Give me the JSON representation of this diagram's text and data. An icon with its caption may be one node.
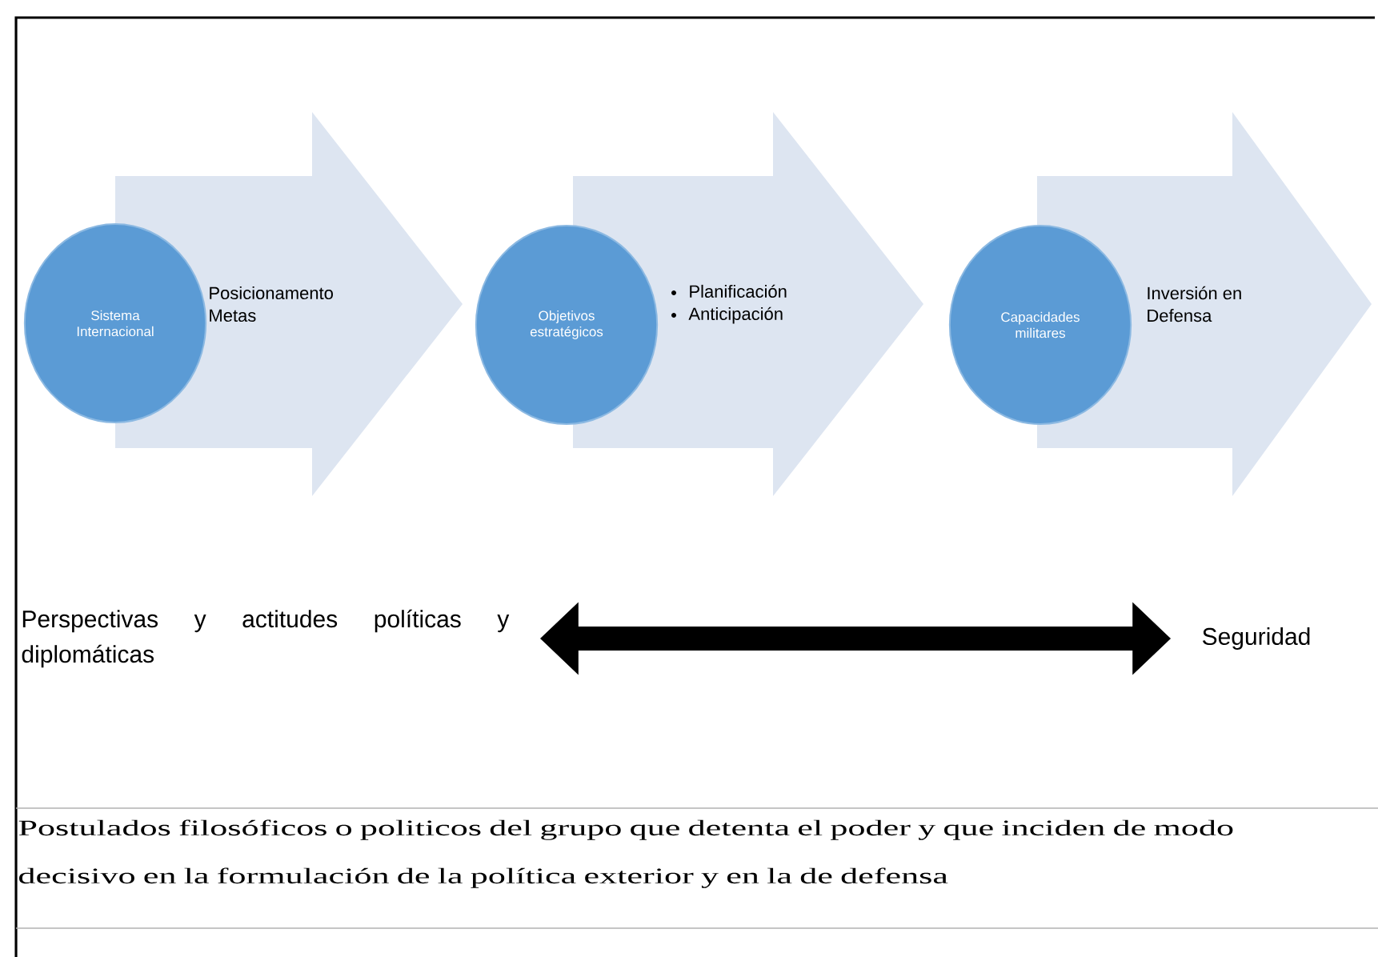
{
  "diagram": {
    "nodes": [
      {
        "text": [
          "Sistema Internacional"
        ]
      },
      {
        "text": [
          "Posicionamento Metas"
        ]
      },
      {
        "text": [
          "Objetivos estratégicos"
        ]
      },
      {
        "text": [
          "Planificación",
          "Anticipación"
        ]
      },
      {
        "text": [
          "Capacidades militares"
        ]
      },
      {
        "text": [
          "Inversión en Defensa"
        ]
      },
      {
        "text": [
          "Perspectivas y actitudes políticas y diplomáticas"
        ]
      },
      {
        "text": [
          "Seguridad"
        ]
      }
    ],
    "edges": [
      {
        "from": 6,
        "to": 7,
        "arrow": "both"
      }
    ],
    "labels": [
      "Postulados filosóficos o politicos del grupo que detenta el poder y que inciden de modo decisivo en la formulación de la política exterior y en la de defensa"
    ]
  }
}
